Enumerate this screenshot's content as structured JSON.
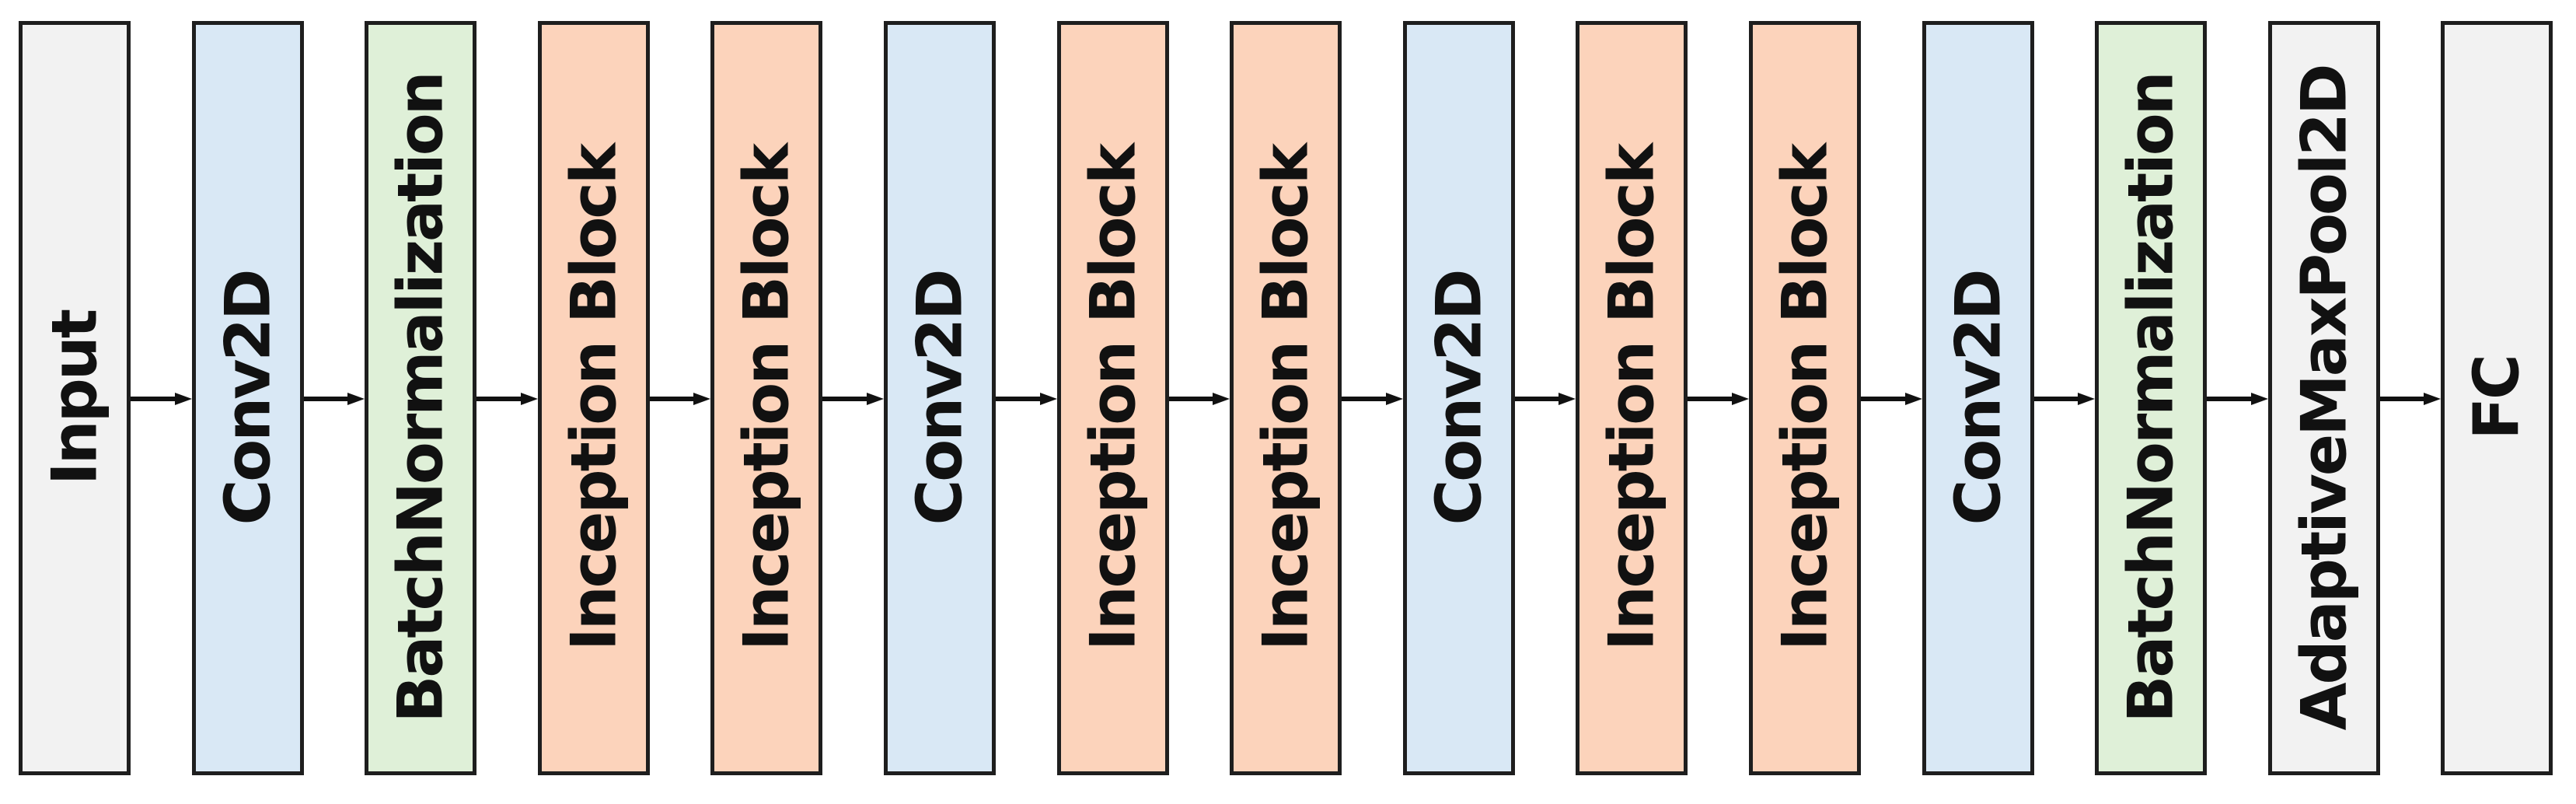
{
  "diagram": {
    "blocks": [
      {
        "label": "Input",
        "type": "input",
        "color": "#f2f2f2"
      },
      {
        "label": "Conv2D",
        "type": "conv",
        "color": "#d9e8f5"
      },
      {
        "label": "BatchNormalization",
        "type": "norm",
        "color": "#dff0d8"
      },
      {
        "label": "Inception Block",
        "type": "inception",
        "color": "#fcd3bb"
      },
      {
        "label": "Inception Block",
        "type": "inception",
        "color": "#fcd3bb"
      },
      {
        "label": "Conv2D",
        "type": "conv",
        "color": "#d9e8f5"
      },
      {
        "label": "Inception Block",
        "type": "inception",
        "color": "#fcd3bb"
      },
      {
        "label": "Inception Block",
        "type": "inception",
        "color": "#fcd3bb"
      },
      {
        "label": "Conv2D",
        "type": "conv",
        "color": "#d9e8f5"
      },
      {
        "label": "Inception Block",
        "type": "inception",
        "color": "#fcd3bb"
      },
      {
        "label": "Inception Block",
        "type": "inception",
        "color": "#fcd3bb"
      },
      {
        "label": "Conv2D",
        "type": "conv",
        "color": "#d9e8f5"
      },
      {
        "label": "BatchNormalization",
        "type": "norm",
        "color": "#dff0d8"
      },
      {
        "label": "AdaptiveMaxPool2D",
        "type": "pool",
        "color": "#f2f2f2"
      },
      {
        "label": "FC",
        "type": "fc",
        "color": "#f2f2f2"
      }
    ],
    "connector": "arrow-right-icon",
    "border_color": "#1e1e1e"
  }
}
